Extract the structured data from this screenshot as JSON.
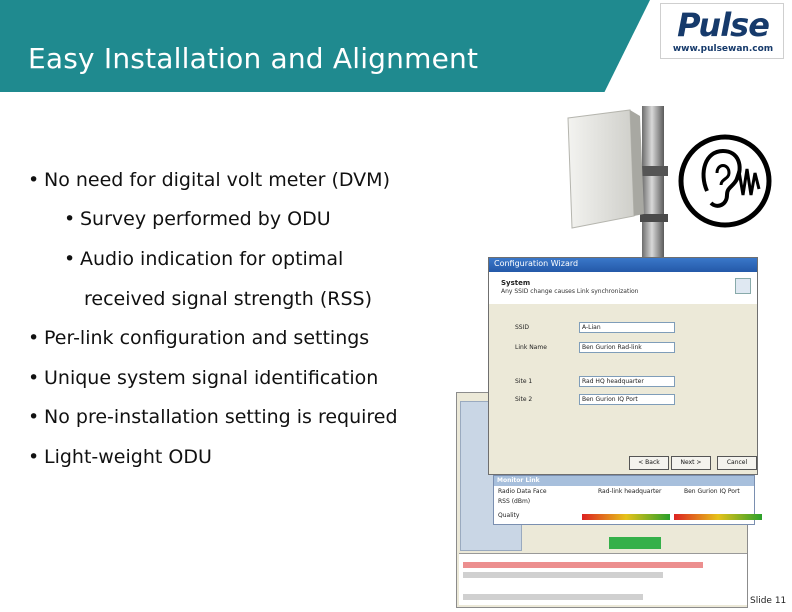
{
  "header": {
    "title": "Easy Installation and Alignment",
    "band_color": "#1f8a8f"
  },
  "logo": {
    "word": "Pulse",
    "url": "www.pulsewan.com"
  },
  "bullets": [
    {
      "text": "No need for digital volt meter (DVM)",
      "level": 1
    },
    {
      "text": "Survey performed by ODU",
      "level": 2
    },
    {
      "text": "Audio indication for optimal",
      "level": 2
    },
    {
      "text": "received signal strength (RSS)",
      "level": 2,
      "continuation": true
    },
    {
      "text": "Per-link configuration and settings",
      "level": 1
    },
    {
      "text": "Unique system signal identification",
      "level": 1
    },
    {
      "text": "No pre-installation setting is required",
      "level": 1
    },
    {
      "text": "Light-weight ODU",
      "level": 1
    }
  ],
  "bullet_glyph": "•",
  "icons": {
    "antenna": "antenna-photo",
    "ear": "ear-audio-icon"
  },
  "wizard": {
    "title": "Configuration Wizard",
    "section": "System",
    "description": "Any SSID change causes Link synchronization",
    "fields": [
      {
        "label": "SSID",
        "value": "A-Lian"
      },
      {
        "label": "Link Name",
        "value": "Ben Gurion Rad-link"
      },
      {
        "label": "Site 1",
        "value": "Rad HQ headquarter"
      },
      {
        "label": "Site 2",
        "value": "Ben Gurion IQ Port"
      }
    ],
    "buttons": [
      "< Back",
      "Next >",
      "Cancel"
    ]
  },
  "monitor": {
    "title": "Monitor Link",
    "columns": [
      "Radio Data Face",
      "Rad-link headquarter",
      "Ben Gurion IQ Port"
    ],
    "rows": [
      "RSS (dBm)",
      "Quality"
    ]
  },
  "slide": {
    "number_label": "Slide 11"
  }
}
